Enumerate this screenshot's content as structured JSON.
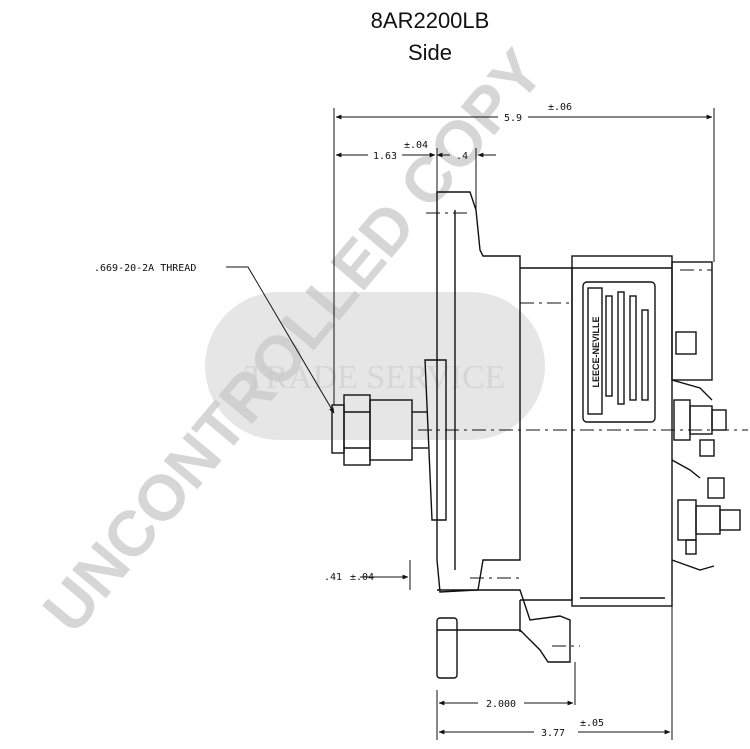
{
  "header": {
    "part_number": "8AR2200LB",
    "view": "Side"
  },
  "dimensions": {
    "overall_width": "5.9",
    "overall_width_tol": "±.06",
    "front_offset": "1.63",
    "front_offset_tol": "±.04",
    "front_gap": ".4",
    "thread": ".669-20-2A THREAD",
    "lower_offset": ".41",
    "lower_offset_tol": "±.04",
    "mount_width": "2.000",
    "base_width": "3.77",
    "base_width_tol": "±.05"
  },
  "nameplate": {
    "brand": "LEECE-NEVILLE"
  },
  "watermark": {
    "diagonal": "UNCONTROLLED COPY",
    "band": "TRADE SERVICE"
  }
}
